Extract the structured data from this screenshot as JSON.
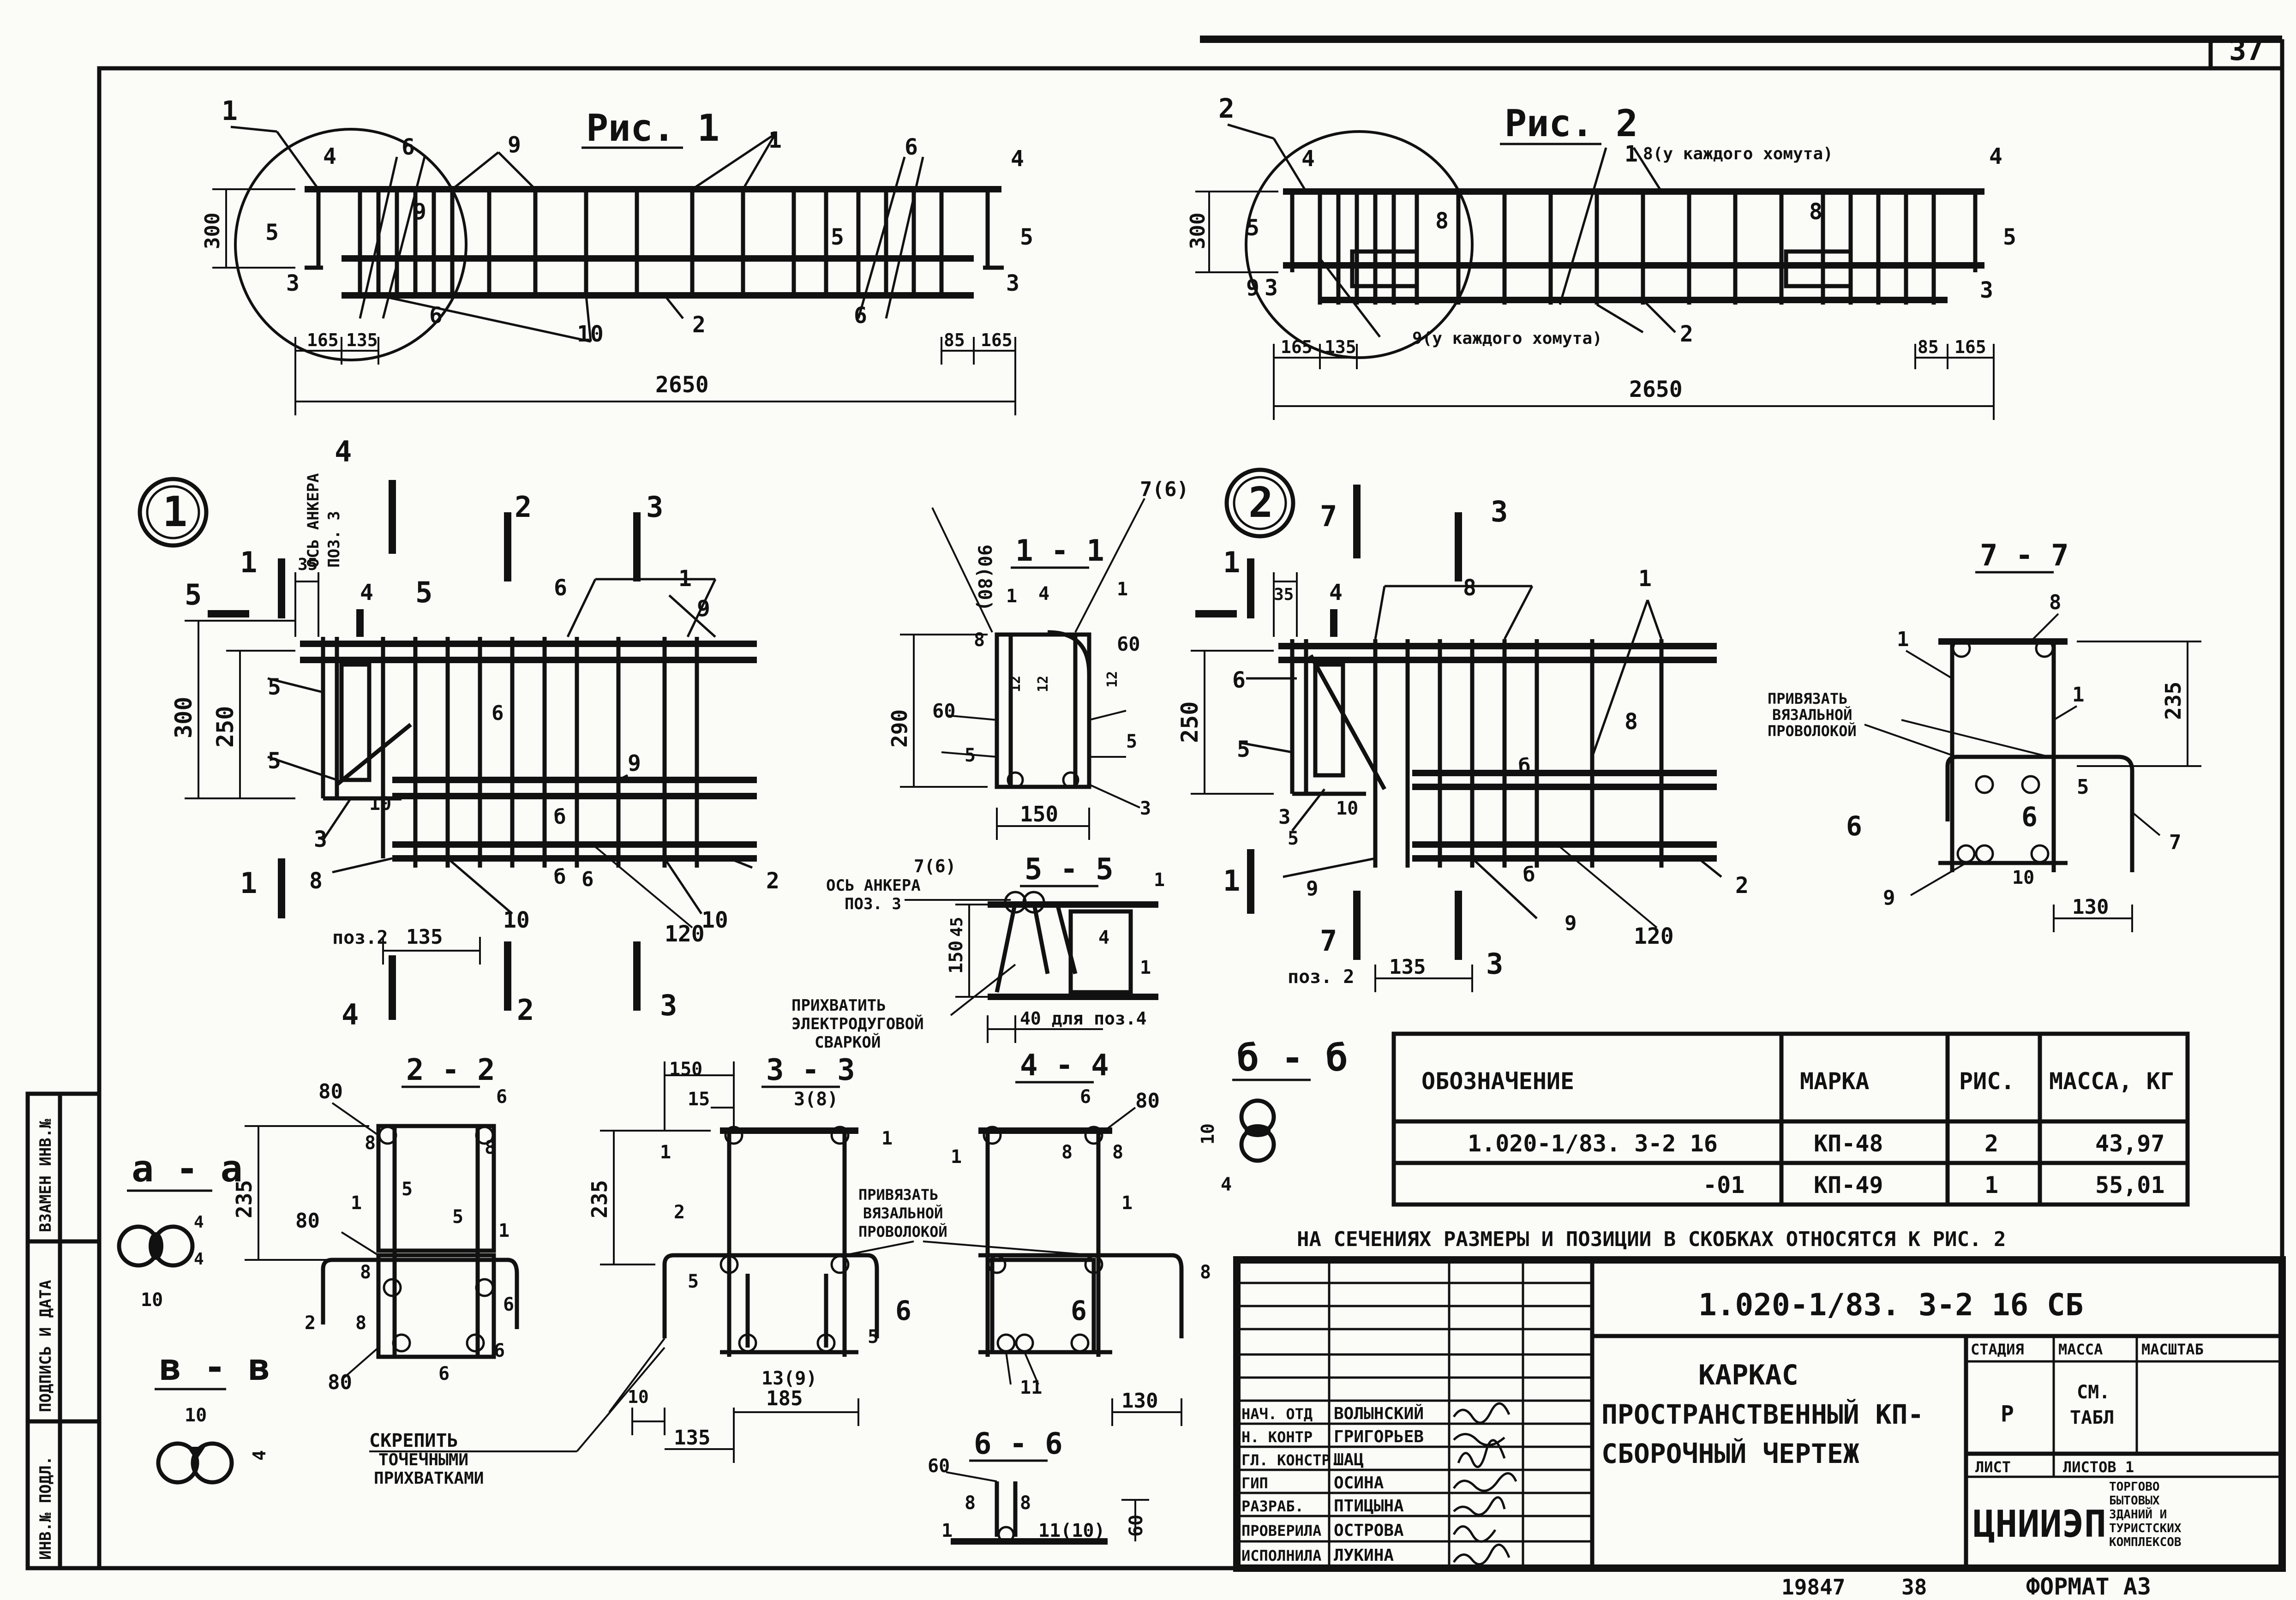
{
  "sheet": {
    "sheet_no": "37",
    "format_label": "ФОРМАТ  А3",
    "inv_no": "19847",
    "copy_no": "38"
  },
  "left_stamp": [
    "ИНВ.№ ПОДЛ.",
    "ПОДПИСЬ И ДАТА",
    "ВЗАМЕН ИНВ.№"
  ],
  "fig1": {
    "title": "Рис. 1",
    "pos": [
      "1",
      "4",
      "6",
      "9",
      "1",
      "6",
      "4",
      "5",
      "3",
      "9",
      "5",
      "6",
      "2",
      "6",
      "10",
      "5",
      "3"
    ],
    "dims": [
      "300",
      "165",
      "135",
      "85",
      "165",
      "2650"
    ]
  },
  "fig2": {
    "title": "Рис. 2",
    "pos": [
      "2",
      "4",
      "1",
      "5",
      "3",
      "8",
      "9",
      "8",
      "4",
      "5",
      "3",
      "2"
    ],
    "note_top": "8(у каждого хомута)",
    "note_bottom": "9(у каждого хомута)",
    "dims": [
      "300",
      "165",
      "135",
      "85",
      "165",
      "2650"
    ]
  },
  "node1": {
    "label": "1",
    "anchor_axis": [
      "ОСЬ АНКЕРА",
      "ПОЗ. 3"
    ],
    "dims": [
      "35",
      "300",
      "250",
      "135",
      "120"
    ],
    "pos": [
      "1",
      "4",
      "5",
      "6",
      "9",
      "3",
      "5",
      "10",
      "8",
      "10",
      "10",
      "2",
      "6",
      "6",
      "9",
      "б",
      "б",
      "1",
      "1",
      "2",
      "2",
      "3",
      "3",
      "4",
      "4",
      "5",
      "5"
    ],
    "poz2": "поз.2"
  },
  "node2": {
    "label": "2",
    "dims": [
      "35",
      "250",
      "135",
      "120"
    ],
    "pos": [
      "1",
      "4",
      "5",
      "8",
      "6",
      "5",
      "3",
      "10",
      "9",
      "9",
      "8",
      "2",
      "б",
      "б",
      "7",
      "7",
      "3",
      "3",
      "1",
      "1"
    ],
    "poz2": "поз. 2"
  },
  "sections": {
    "s11": {
      "title": "1 - 1",
      "dims": [
        "90(80)",
        "7(6)",
        "290",
        "60",
        "60",
        "150"
      ],
      "pos": [
        "8",
        "1",
        "4",
        "1",
        "5",
        "5",
        "3",
        "12",
        "12",
        "12"
      ]
    },
    "s55": {
      "title": "5 - 5",
      "anchor_axis": [
        "ОСЬ АНКЕРА",
        "ПОЗ. 3"
      ],
      "dims": [
        "150",
        "45",
        "40 для поз.4"
      ],
      "pos": [
        "7(6)",
        "1",
        "4",
        "1"
      ],
      "note": [
        "ПРИХВАТИТЬ",
        "ЭЛЕКТРОДУГОВОЙ",
        "СВАРКОЙ"
      ]
    },
    "s77": {
      "title": "7 - 7",
      "dims": [
        "235",
        "130"
      ],
      "pos": [
        "8",
        "1",
        "1",
        "5",
        "9",
        "10",
        "7",
        "6",
        "6"
      ],
      "note": [
        "ПРИВЯЗАТЬ",
        "ВЯЗАЛЬНОЙ",
        "ПРОВОЛОКОЙ"
      ]
    },
    "s22": {
      "title": "2 - 2",
      "dims": [
        "80",
        "80",
        "80",
        "235"
      ],
      "pos": [
        "6",
        "8",
        "5",
        "1",
        "5",
        "1",
        "8",
        "2",
        "8",
        "6",
        "6",
        "6",
        "8"
      ]
    },
    "s33": {
      "title": "3 - 3",
      "dims": [
        "150",
        "15",
        "235",
        "10",
        "135",
        "185"
      ],
      "pos": [
        "3(8)",
        "1",
        "1",
        "2",
        "5",
        "5",
        "13(9)"
      ],
      "note": [
        "ПРИВЯЗАТЬ",
        "ВЯЗАЛЬНОЙ",
        "ПРОВОЛОКОЙ"
      ]
    },
    "s44": {
      "title": "4 - 4",
      "dims": [
        "80",
        "130"
      ],
      "pos": [
        "6",
        "1",
        "8",
        "8",
        "1",
        "8",
        "11",
        "6",
        "6"
      ]
    },
    "s66": {
      "title": "6 - 6",
      "dims": [
        "60",
        "60"
      ],
      "pos": [
        "8",
        "8",
        "1",
        "11(10)"
      ]
    },
    "saa": {
      "title": "а - а",
      "dims": [
        "4",
        "4",
        "10"
      ]
    },
    "sbb": {
      "title": "б - б",
      "dims": [
        "10",
        "4"
      ]
    },
    "svv": {
      "title": "в - в",
      "dims": [
        "10",
        "4"
      ]
    },
    "clamp_note": [
      "СКРЕПИТЬ",
      "ТОЧЕЧНЫМИ",
      "ПРИХВАТКАМИ"
    ]
  },
  "spec_table": {
    "headers": [
      "ОБОЗНАЧЕНИЕ",
      "МАРКА",
      "РИС.",
      "МАССА, КГ"
    ],
    "rows": [
      [
        "1.020-1/83. 3-2 16",
        "КП-48",
        "2",
        "43,97"
      ],
      [
        "-01",
        "КП-49",
        "1",
        "55,01"
      ]
    ],
    "note": "НА СЕЧЕНИЯХ  РАЗМЕРЫ  И ПОЗИЦИИ  В  СКОБКАХ  ОТНОСЯТСЯ  К  РИС. 2"
  },
  "title_block": {
    "code": "1.020-1/83. 3-2 16 СБ",
    "title_lines": [
      "КАРКАС",
      "ПРОСТРАНСТВЕННЫЙ КП-",
      "СБОРОЧНЫЙ  ЧЕРТЕЖ"
    ],
    "stage_headers": [
      "СТАДИЯ",
      "МАССА",
      "МАСШТАБ"
    ],
    "stage": "Р",
    "mass": [
      "СМ.",
      "ТАБЛ"
    ],
    "sheet_label": "ЛИСТ",
    "sheets_label": "ЛИСТОВ  1",
    "org": "ЦНИИЭП",
    "org_sub": [
      "ТОРГОВО",
      "БЫТОВЫХ",
      "ЗДАНИЙ И",
      "ТУРИСТСКИХ",
      "КОМПЛЕКСОВ"
    ],
    "staff": [
      {
        "role": "НАЧ. ОТД",
        "name": "ВОЛЫНСКИЙ"
      },
      {
        "role": "Н. КОНТР",
        "name": "ГРИГОРЬЕВ"
      },
      {
        "role": "ГЛ. КОНСТР.",
        "name": "ШАЦ"
      },
      {
        "role": "ГИП",
        "name": "ОСИНА"
      },
      {
        "role": "РАЗРАБ.",
        "name": "ПТИЦЫНА"
      },
      {
        "role": "ПРОВЕРИЛА",
        "name": "ОСТРОВА"
      },
      {
        "role": "ИСПОЛНИЛА",
        "name": "ЛУКИНА"
      }
    ]
  }
}
